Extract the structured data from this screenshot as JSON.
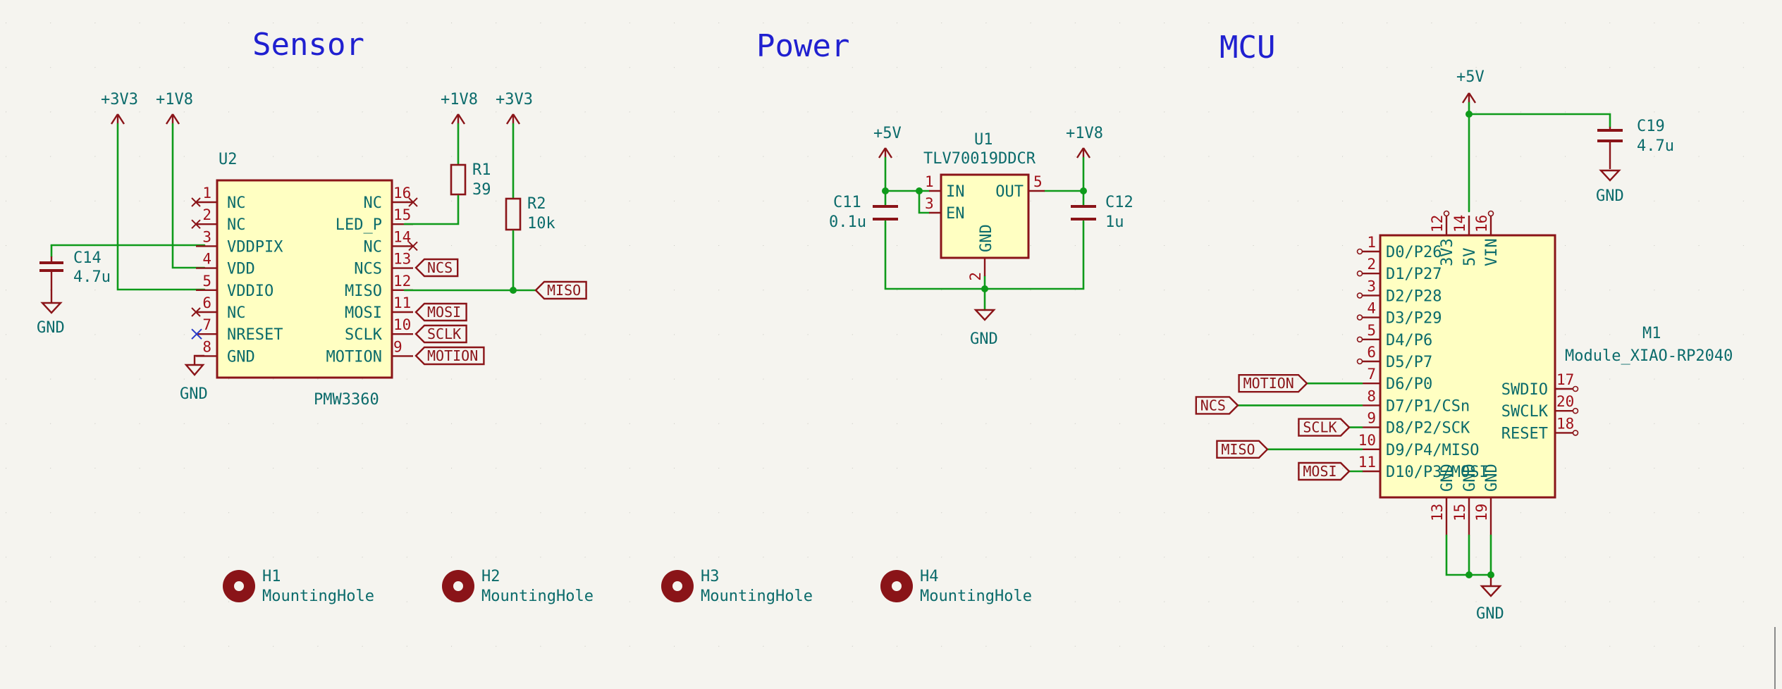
{
  "titles": {
    "sensor": "Sensor",
    "power": "Power",
    "mcu": "MCU"
  },
  "power_labels": {
    "p3v3": "+3V3",
    "p1v8": "+1V8",
    "p5v": "+5V",
    "gnd": "GND"
  },
  "u2": {
    "ref": "U2",
    "value": "PMW3360",
    "left_pins": [
      {
        "num": "1",
        "name": "NC"
      },
      {
        "num": "2",
        "name": "NC"
      },
      {
        "num": "3",
        "name": "VDDPIX"
      },
      {
        "num": "4",
        "name": "VDD"
      },
      {
        "num": "5",
        "name": "VDDIO"
      },
      {
        "num": "6",
        "name": "NC"
      },
      {
        "num": "7",
        "name": "NRESET"
      },
      {
        "num": "8",
        "name": "GND"
      }
    ],
    "right_pins": [
      {
        "num": "16",
        "name": "NC"
      },
      {
        "num": "15",
        "name": "LED_P"
      },
      {
        "num": "14",
        "name": "NC"
      },
      {
        "num": "13",
        "name": "NCS"
      },
      {
        "num": "12",
        "name": "MISO"
      },
      {
        "num": "11",
        "name": "MOSI"
      },
      {
        "num": "10",
        "name": "SCLK"
      },
      {
        "num": "9",
        "name": "MOTION"
      }
    ]
  },
  "r1": {
    "ref": "R1",
    "value": "39"
  },
  "r2": {
    "ref": "R2",
    "value": "10k"
  },
  "c14": {
    "ref": "C14",
    "value": "4.7u"
  },
  "u1": {
    "ref": "U1",
    "value": "TLV70019DDCR",
    "pins": [
      {
        "num": "1",
        "name": "IN"
      },
      {
        "num": "3",
        "name": "EN"
      },
      {
        "num": "5",
        "name": "OUT"
      },
      {
        "num": "2",
        "name": "GND"
      }
    ]
  },
  "c11": {
    "ref": "C11",
    "value": "0.1u"
  },
  "c12": {
    "ref": "C12",
    "value": "1u"
  },
  "c19": {
    "ref": "C19",
    "value": "4.7u"
  },
  "m1": {
    "ref": "M1",
    "value": "Module_XIAO-RP2040",
    "left_pins": [
      {
        "num": "1",
        "name": "D0/P26"
      },
      {
        "num": "2",
        "name": "D1/P27"
      },
      {
        "num": "3",
        "name": "D2/P28"
      },
      {
        "num": "4",
        "name": "D3/P29"
      },
      {
        "num": "5",
        "name": "D4/P6"
      },
      {
        "num": "6",
        "name": "D5/P7"
      },
      {
        "num": "7",
        "name": "D6/P0"
      },
      {
        "num": "8",
        "name": "D7/P1/CSn"
      },
      {
        "num": "9",
        "name": "D8/P2/SCK"
      },
      {
        "num": "10",
        "name": "D9/P4/MISO"
      },
      {
        "num": "11",
        "name": "D10/P3/MOSI"
      }
    ],
    "right_pins": [
      {
        "num": "17",
        "name": "SWDIO"
      },
      {
        "num": "20",
        "name": "SWCLK"
      },
      {
        "num": "18",
        "name": "RESET"
      }
    ],
    "top_pins": [
      {
        "num": "12",
        "name": "3V3"
      },
      {
        "num": "14",
        "name": "5V"
      },
      {
        "num": "16",
        "name": "VIN"
      }
    ],
    "bottom_pins": [
      {
        "num": "13",
        "name": "GND"
      },
      {
        "num": "15",
        "name": "GND"
      },
      {
        "num": "19",
        "name": "GND"
      }
    ]
  },
  "net_labels": {
    "ncs": "NCS",
    "miso": "MISO",
    "mosi": "MOSI",
    "sclk": "SCLK",
    "motion": "MOTION"
  },
  "holes": [
    {
      "ref": "H1",
      "value": "MountingHole"
    },
    {
      "ref": "H2",
      "value": "MountingHole"
    },
    {
      "ref": "H3",
      "value": "MountingHole"
    },
    {
      "ref": "H4",
      "value": "MountingHole"
    }
  ]
}
